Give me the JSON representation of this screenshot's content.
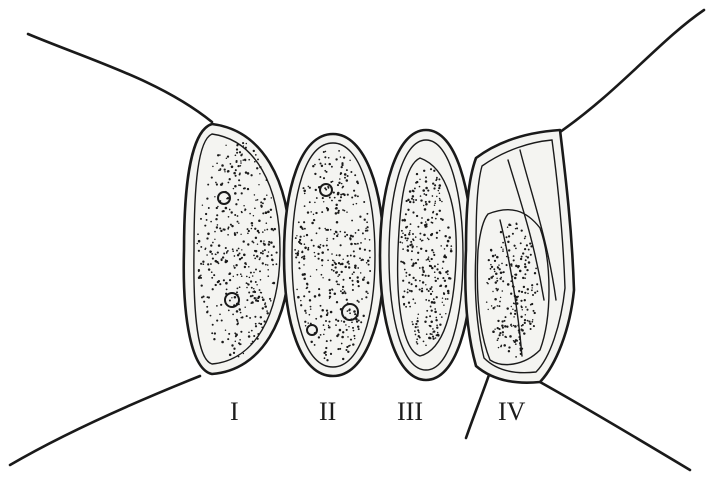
{
  "figure": {
    "labels": [
      "I",
      "II",
      "III",
      "IV"
    ]
  },
  "colors": {
    "ink": "#1a1a1a",
    "paper": "#ffffff",
    "cytoplasm": "#f4f4f1"
  }
}
